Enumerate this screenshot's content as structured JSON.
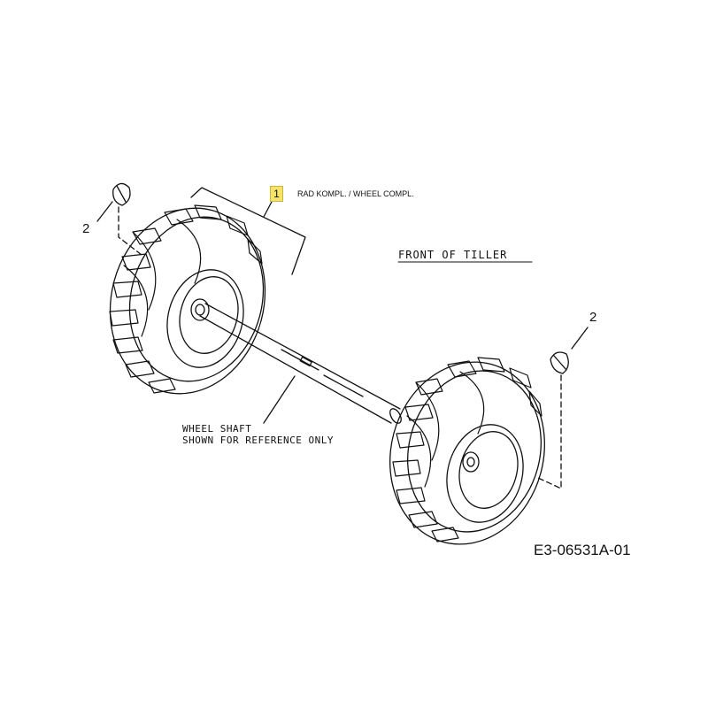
{
  "callout": {
    "number": "1",
    "text": "RAD KOMPL. / WHEEL COMPL."
  },
  "pin_callouts": {
    "left": "2",
    "right": "2"
  },
  "front_label": "FRONT OF TILLER",
  "shaft_note": {
    "line1": "WHEEL SHAFT",
    "line2": "SHOWN FOR REFERENCE ONLY"
  },
  "drawing_number": "E3-06531A-01",
  "colors": {
    "highlight": "#f6e36a",
    "line": "#111111"
  }
}
